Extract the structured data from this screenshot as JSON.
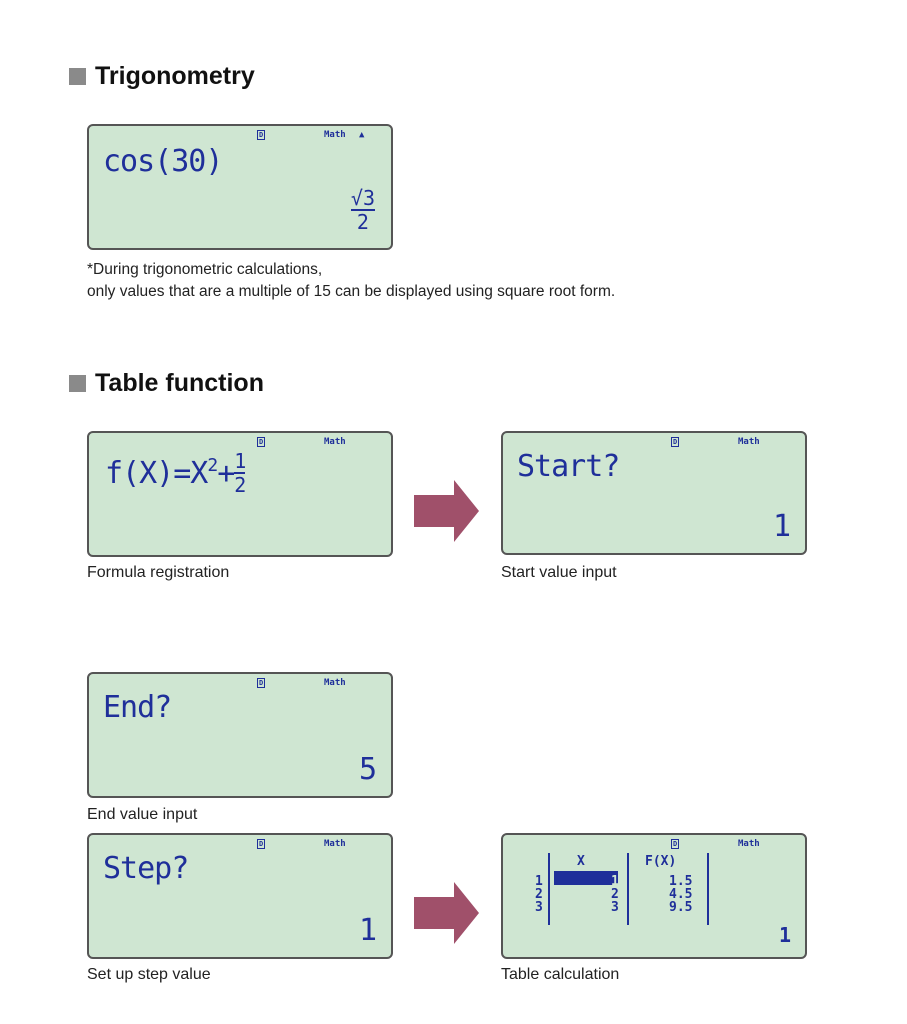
{
  "sections": {
    "trig": {
      "title": "Trigonometry"
    },
    "table": {
      "title": "Table function"
    }
  },
  "indicators": {
    "degree": "D",
    "math": "Math",
    "up_arrow": "▲"
  },
  "trig_display": {
    "expression": "cos(30)",
    "result_root": "3",
    "result_den": "2"
  },
  "trig_note": {
    "line1": "*During trigonometric calculations,",
    "line2": "only values that are a multiple of 15 can be displayed using square root form."
  },
  "formula_display": {
    "prefix": "f(X)=X",
    "exponent": "2",
    "plus": "+",
    "frac_num": "1",
    "frac_den": "2",
    "caption": "Formula registration"
  },
  "start_display": {
    "prompt": "Start?",
    "value": "1",
    "caption": "Start value input"
  },
  "end_display": {
    "prompt": "End?",
    "value": "5",
    "caption": "End value input"
  },
  "step_display": {
    "prompt": "Step?",
    "value": "1",
    "caption": "Set up step value"
  },
  "table_display": {
    "index": [
      "1",
      "2",
      "3"
    ],
    "x_header": "X",
    "x_values": [
      "1",
      "2",
      "3"
    ],
    "fx_header": "F(X)",
    "fx_values": [
      "1.5",
      "4.5",
      "9.5"
    ],
    "value": "1",
    "caption": "Table calculation"
  },
  "colors": {
    "lcd_bg": "#cfe6d2",
    "lcd_text": "#1f2f9a",
    "arrow": "#a0506a",
    "heading_square": "#8a8a8a"
  }
}
